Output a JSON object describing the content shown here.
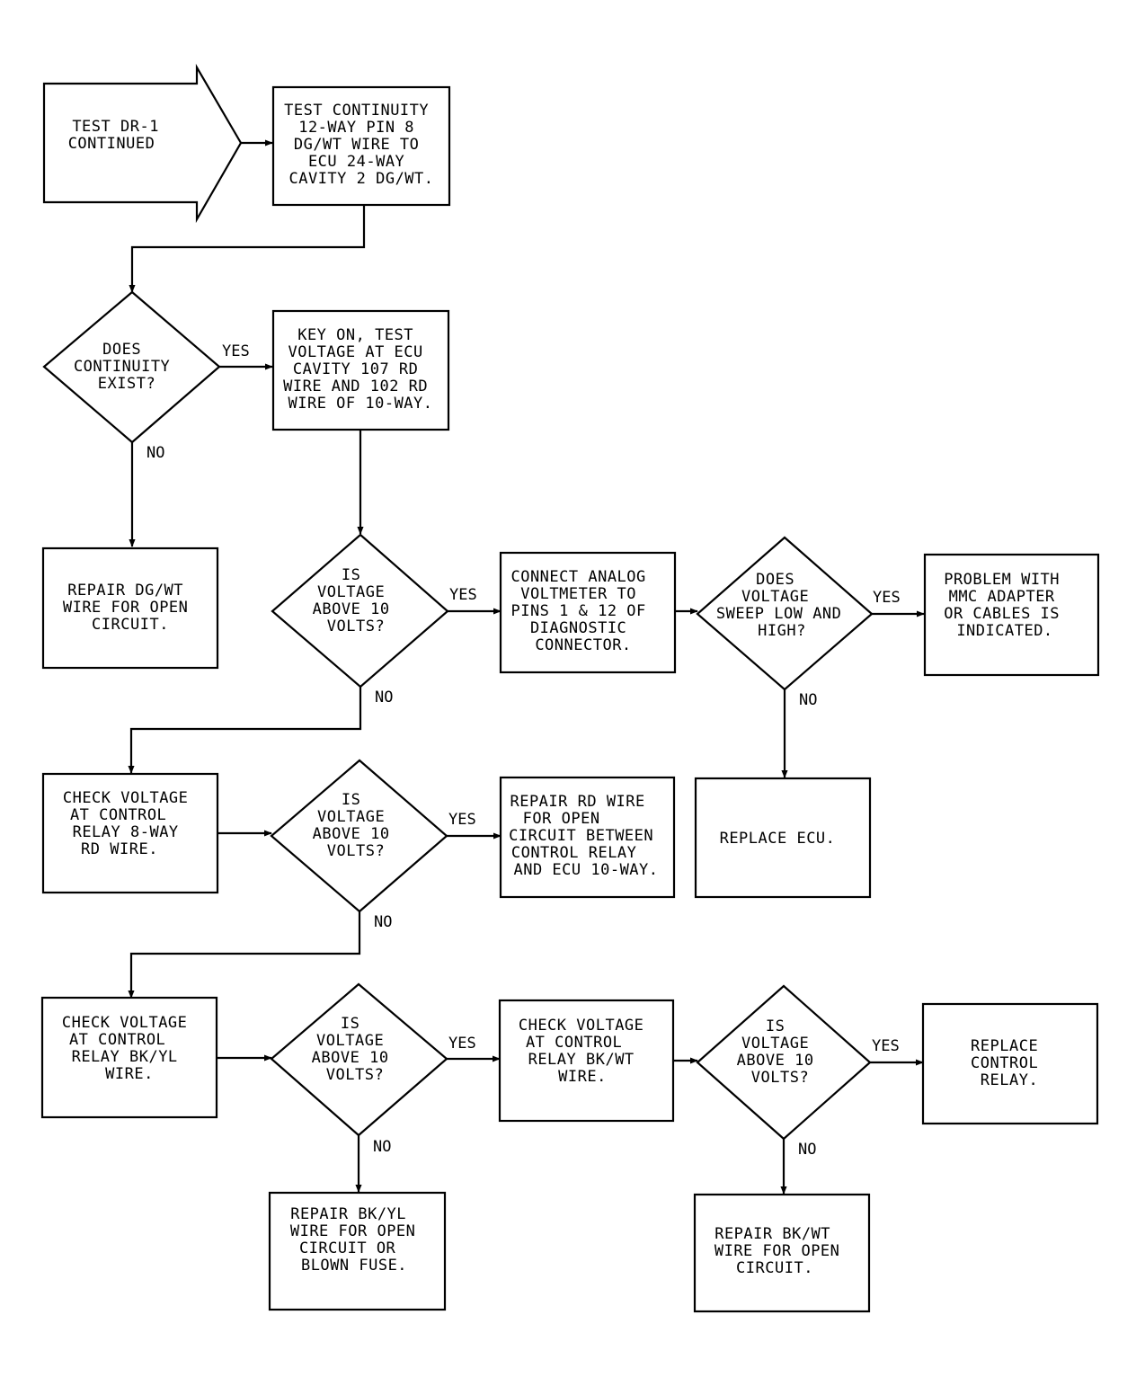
{
  "flowchart": {
    "start": [
      "TEST DR-1",
      "CONTINUED"
    ],
    "test_continuity": [
      "TEST CONTINUITY",
      "12-WAY PIN 8",
      "DG/WT WIRE TO",
      "ECU 24-WAY",
      "CAVITY 2 DG/WT."
    ],
    "q_continuity": [
      "DOES",
      "CONTINUITY",
      "EXIST?"
    ],
    "key_on_test": [
      "KEY ON, TEST",
      "VOLTAGE AT ECU",
      "CAVITY 107 RD",
      "WIRE AND 102 RD",
      "WIRE OF 10-WAY."
    ],
    "repair_dgwt": [
      "REPAIR DG/WT",
      "WIRE FOR OPEN",
      "CIRCUIT."
    ],
    "q_voltage_1": [
      "IS",
      "VOLTAGE",
      "ABOVE 10",
      "VOLTS?"
    ],
    "connect_voltmeter": [
      "CONNECT ANALOG",
      "VOLTMETER TO",
      "PINS 1 & 12 OF",
      "DIAGNOSTIC",
      "CONNECTOR."
    ],
    "q_sweep": [
      "DOES",
      "VOLTAGE",
      "SWEEP LOW AND",
      "HIGH?"
    ],
    "problem_mmc": [
      "PROBLEM WITH",
      "MMC ADAPTER",
      "OR CABLES IS",
      "INDICATED."
    ],
    "check_relay_rd": [
      "CHECK VOLTAGE",
      "AT CONTROL",
      "RELAY 8-WAY",
      "RD WIRE."
    ],
    "q_voltage_2": [
      "IS",
      "VOLTAGE",
      "ABOVE 10",
      "VOLTS?"
    ],
    "repair_rd": [
      "REPAIR RD WIRE",
      "FOR OPEN",
      "CIRCUIT BETWEEN",
      "CONTROL RELAY",
      "AND ECU 10-WAY."
    ],
    "replace_ecu": [
      "REPLACE ECU."
    ],
    "check_relay_bkyl": [
      "CHECK VOLTAGE",
      "AT CONTROL",
      "RELAY BK/YL",
      "WIRE."
    ],
    "q_voltage_3": [
      "IS",
      "VOLTAGE",
      "ABOVE 10",
      "VOLTS?"
    ],
    "check_relay_bkwt": [
      "CHECK VOLTAGE",
      "AT CONTROL",
      "RELAY BK/WT",
      "WIRE."
    ],
    "q_voltage_4": [
      "IS",
      "VOLTAGE",
      "ABOVE 10",
      "VOLTS?"
    ],
    "replace_relay": [
      "REPLACE",
      "CONTROL",
      "RELAY."
    ],
    "repair_bkyl": [
      "REPAIR BK/YL",
      "WIRE FOR OPEN",
      "CIRCUIT OR",
      "BLOWN FUSE."
    ],
    "repair_bkwt": [
      "REPAIR BK/WT",
      "WIRE FOR OPEN",
      "CIRCUIT."
    ],
    "yes": "YES",
    "no": "NO"
  }
}
